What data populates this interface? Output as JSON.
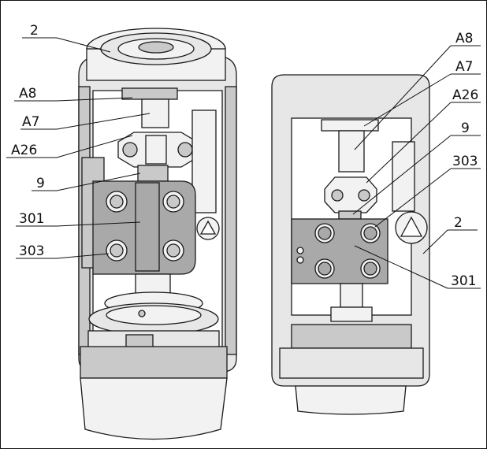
{
  "labels": {
    "left_2": "2",
    "left_A8": "A8",
    "left_A7": "A7",
    "left_A26": "A26",
    "left_9": "9",
    "left_301": "301",
    "left_303": "303",
    "right_A8": "A8",
    "right_A7": "A7",
    "right_A26": "A26",
    "right_9": "9",
    "right_303": "303",
    "right_2": "2",
    "right_301": "301"
  },
  "colors": {
    "outline": "#1a1a1a",
    "housing": "#e7e7e7",
    "plate": "#a9a9a9",
    "metal": "#f2f2f2"
  }
}
